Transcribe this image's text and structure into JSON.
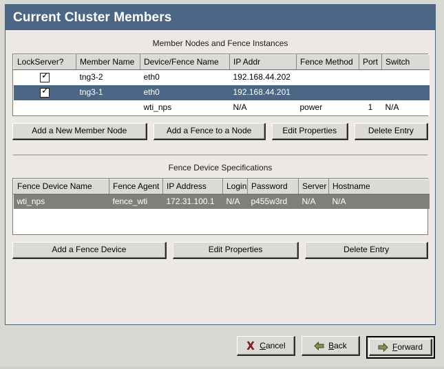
{
  "window": {
    "title": "Current Cluster Members"
  },
  "members_section": {
    "heading": "Member Nodes and Fence Instances",
    "columns": [
      "LockServer?",
      "Member Name",
      "Device/Fence Name",
      "IP Addr",
      "Fence Method",
      "Port",
      "Switch"
    ],
    "rows": [
      {
        "lockserver_checked": true,
        "member_name": "tng3-2",
        "device_fence_name": "eth0",
        "ip_addr": "192.168.44.202",
        "fence_method": "",
        "port": "",
        "switch": "",
        "state": "normal"
      },
      {
        "lockserver_checked": true,
        "member_name": "tng3-1",
        "device_fence_name": "eth0",
        "ip_addr": "192.168.44.201",
        "fence_method": "",
        "port": "",
        "switch": "",
        "state": "selected"
      },
      {
        "lockserver_checked": false,
        "member_name": "",
        "device_fence_name": "wti_nps",
        "ip_addr": "N/A",
        "fence_method": "power",
        "port": "1",
        "switch": "N/A",
        "state": "normal"
      }
    ],
    "buttons": [
      {
        "label": "Add a New Member Node"
      },
      {
        "label": "Add a Fence to a Node"
      },
      {
        "label": "Edit Properties"
      },
      {
        "label": "Delete Entry"
      }
    ]
  },
  "fence_section": {
    "heading": "Fence Device Specifications",
    "columns": [
      "Fence Device Name",
      "Fence Agent",
      "IP Address",
      "Login",
      "Password",
      "Server",
      "Hostname"
    ],
    "rows": [
      {
        "fence_device_name": "wti_nps",
        "fence_agent": "fence_wti",
        "ip_address": "172.31.100.1",
        "login": "N/A",
        "password": "p455w3rd",
        "server": "N/A",
        "hostname": "N/A",
        "state": "selected-inactive"
      }
    ],
    "buttons": [
      {
        "label": "Add a Fence Device"
      },
      {
        "label": "Edit Properties"
      },
      {
        "label": "Delete Entry"
      }
    ]
  },
  "footer": {
    "cancel": {
      "pre": "",
      "mnemonic": "C",
      "post": "ancel",
      "icon": "cancel-x-icon"
    },
    "back": {
      "pre": "",
      "mnemonic": "B",
      "post": "ack",
      "icon": "arrow-left-icon"
    },
    "forward": {
      "pre": "",
      "mnemonic": "F",
      "post": "orward",
      "icon": "arrow-right-icon"
    }
  },
  "colors": {
    "titlebar": "#4b6785",
    "selection": "#4b6785",
    "selection_inactive": "#80807a",
    "panel_bg": "#ece9e4",
    "button_face": "#dcdad4",
    "cancel_icon": "#8f2028",
    "arrow_green": "#6f8a4a"
  }
}
